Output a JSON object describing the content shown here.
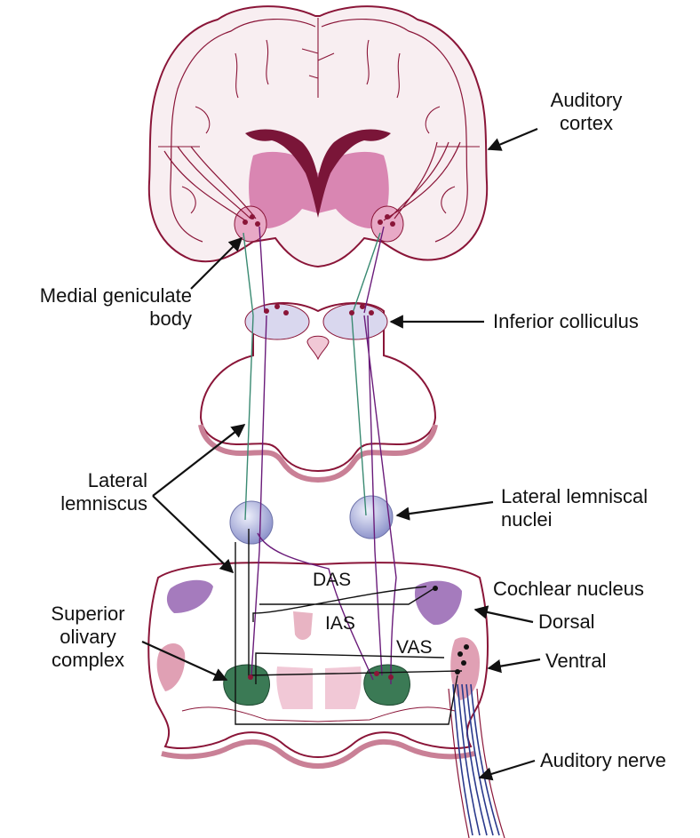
{
  "labels": {
    "auditory_cortex": [
      "Auditory",
      "cortex"
    ],
    "medial_geniculate": [
      "Medial geniculate",
      "body"
    ],
    "inferior_colliculus": "Inferior colliculus",
    "lateral_lemniscus": [
      "Lateral",
      "lemniscus"
    ],
    "lateral_lemniscal_nuclei": [
      "Lateral lemniscal",
      "nuclei"
    ],
    "cochlear_nucleus": "Cochlear nucleus",
    "dorsal": "Dorsal",
    "ventral": "Ventral",
    "superior_olivary": [
      "Superior",
      "olivary",
      "complex"
    ],
    "auditory_nerve": "Auditory nerve",
    "das": "DAS",
    "ias": "IAS",
    "vas": "VAS"
  },
  "colors": {
    "outline": "#8a1538",
    "brain_fill": "#f8eef1",
    "thalamus": "#d986b2",
    "ventricle": "#7a1538",
    "colliculus": "#d9d7ee",
    "lemniscal_nucleus": "#9ea3d6",
    "olive": "#3b7a55",
    "cochlear_dorsal": "#a57bbd",
    "cochlear_ventral": "#e0a0b4",
    "pathway_purple": "#6a1b7a",
    "pathway_teal": "#3a8a72",
    "pathway_black": "#111111",
    "nerve_blue": "#2a3a8c"
  }
}
